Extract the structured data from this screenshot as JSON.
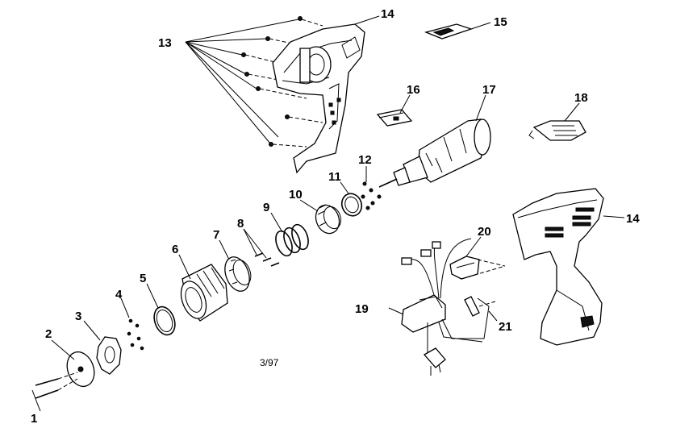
{
  "diagram": {
    "date_code": "3/97",
    "callouts": [
      {
        "id": "p1",
        "label": "1"
      },
      {
        "id": "p2",
        "label": "2"
      },
      {
        "id": "p3",
        "label": "3"
      },
      {
        "id": "p4",
        "label": "4"
      },
      {
        "id": "p5",
        "label": "5"
      },
      {
        "id": "p6",
        "label": "6"
      },
      {
        "id": "p7",
        "label": "7"
      },
      {
        "id": "p8",
        "label": "8"
      },
      {
        "id": "p9",
        "label": "9"
      },
      {
        "id": "p10",
        "label": "10"
      },
      {
        "id": "p11",
        "label": "11"
      },
      {
        "id": "p12",
        "label": "12"
      },
      {
        "id": "p13",
        "label": "13"
      },
      {
        "id": "p14a",
        "label": "14"
      },
      {
        "id": "p14b",
        "label": "14"
      },
      {
        "id": "p15",
        "label": "15"
      },
      {
        "id": "p16",
        "label": "16"
      },
      {
        "id": "p17",
        "label": "17"
      },
      {
        "id": "p18",
        "label": "18"
      },
      {
        "id": "p19",
        "label": "19"
      },
      {
        "id": "p20",
        "label": "20"
      },
      {
        "id": "p21",
        "label": "21"
      }
    ]
  }
}
